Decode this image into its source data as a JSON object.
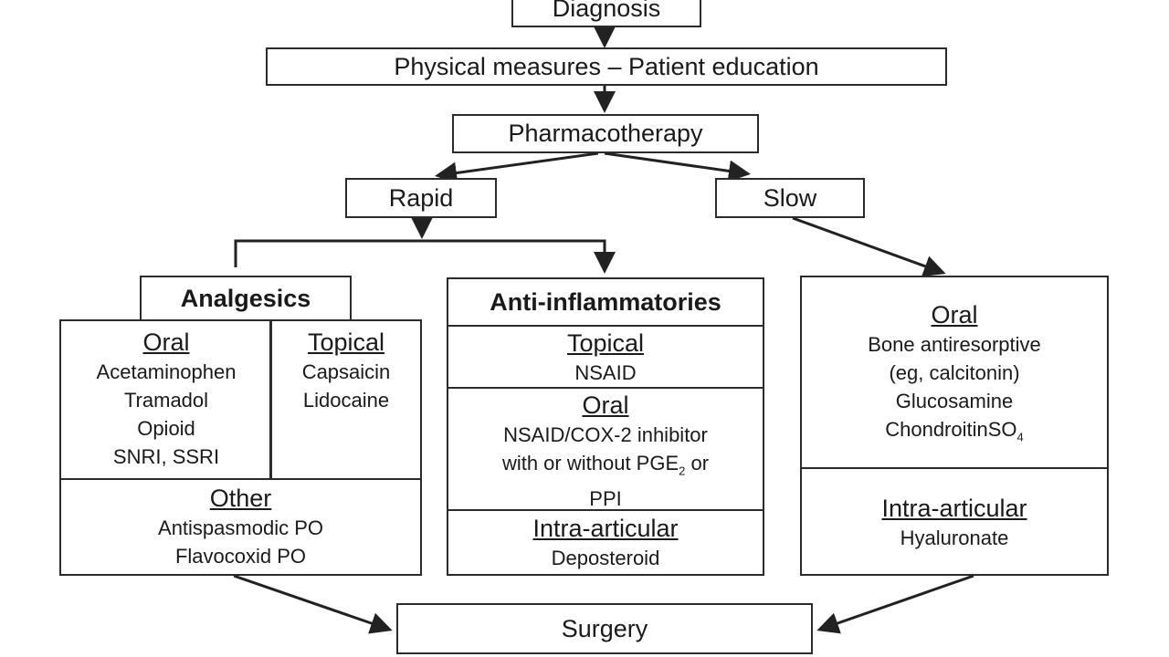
{
  "diagnosis": "Diagnosis",
  "physical": "Physical measures – Patient education",
  "pharmacotherapy": "Pharmacotherapy",
  "rapid": "Rapid",
  "slow": "Slow",
  "surgery": "Surgery",
  "analgesics": {
    "title": "Analgesics",
    "oral": {
      "heading": "Oral",
      "items": [
        "Acetaminophen",
        "Tramadol",
        "Opioid",
        "SNRI, SSRI"
      ]
    },
    "topical": {
      "heading": "Topical",
      "items": [
        "Capsaicin",
        "Lidocaine"
      ]
    },
    "other": {
      "heading": "Other",
      "items": [
        "Antispasmodic PO",
        "Flavocoxid PO"
      ]
    }
  },
  "antiinflammatories": {
    "title": "Anti-inflammatories",
    "topical": {
      "heading": "Topical",
      "items": [
        "NSAID"
      ]
    },
    "oral": {
      "heading": "Oral",
      "line1": "NSAID/COX-2 inhibitor",
      "line2a": "with or without PGE",
      "line2sub": "2",
      "line2b": " or",
      "line3": "PPI"
    },
    "intra": {
      "heading": "Intra-articular",
      "items": [
        "Deposteroid"
      ]
    }
  },
  "slow_box": {
    "oral": {
      "heading": "Oral",
      "items": [
        "Bone antiresorptive",
        "(eg, calcitonin)",
        "Glucosamine"
      ],
      "chond": "ChondroitinSO",
      "chond_sub": "4"
    },
    "intra": {
      "heading": "Intra-articular",
      "items": [
        "Hyaluronate"
      ]
    }
  }
}
